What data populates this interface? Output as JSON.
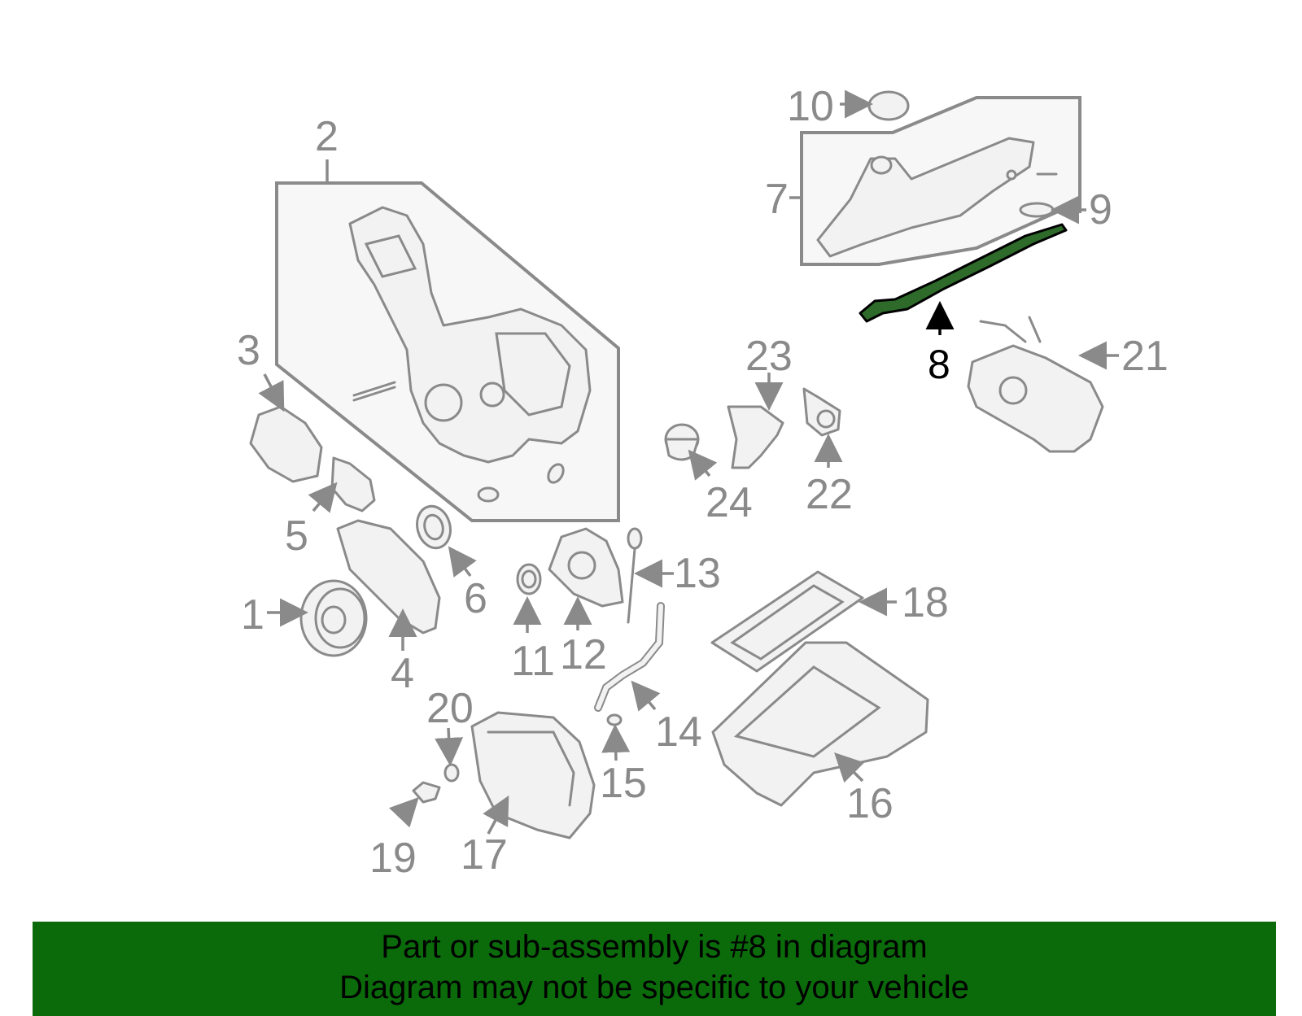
{
  "callouts": {
    "c1": "1",
    "c2": "2",
    "c3": "3",
    "c4": "4",
    "c5": "5",
    "c6": "6",
    "c7": "7",
    "c8": "8",
    "c9": "9",
    "c10": "10",
    "c11": "11",
    "c12": "12",
    "c13": "13",
    "c14": "14",
    "c15": "15",
    "c16": "16",
    "c17": "17",
    "c18": "18",
    "c19": "19",
    "c20": "20",
    "c21": "21",
    "c22": "22",
    "c23": "23",
    "c24": "24"
  },
  "highlighted_part": "8",
  "colors": {
    "highlight": "#2e6b2a",
    "banner_background": "#0b6b0b",
    "line_gray": "#8a8a8a"
  },
  "banner": {
    "line1": "Part or sub-assembly is #8 in diagram",
    "line2": "Diagram may not be specific to your vehicle"
  }
}
